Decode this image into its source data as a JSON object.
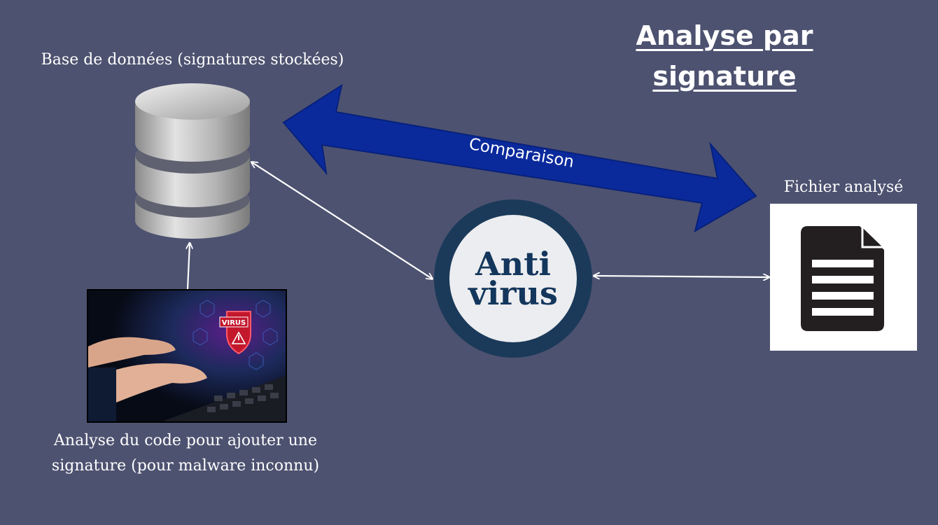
{
  "title": {
    "line1": "Analyse par",
    "line2": "signature"
  },
  "database": {
    "label": "Base de données (signatures stockées)",
    "icon": "database-icon"
  },
  "comparison": {
    "label": "Comparaison",
    "arrow_color": "#0a2a9c"
  },
  "antivirus": {
    "line1": "Anti",
    "line2": "virus",
    "ring_color": "#1b3a5a",
    "text_color": "#13365c"
  },
  "file": {
    "label": "Fichier analysé",
    "icon": "document-icon"
  },
  "code_analysis": {
    "label_line1": "Analyse du code pour ajouter une",
    "label_line2": "signature (pour malware inconnu)",
    "photo_badge": "VIRUS"
  },
  "colors": {
    "background": "#4d5270"
  }
}
